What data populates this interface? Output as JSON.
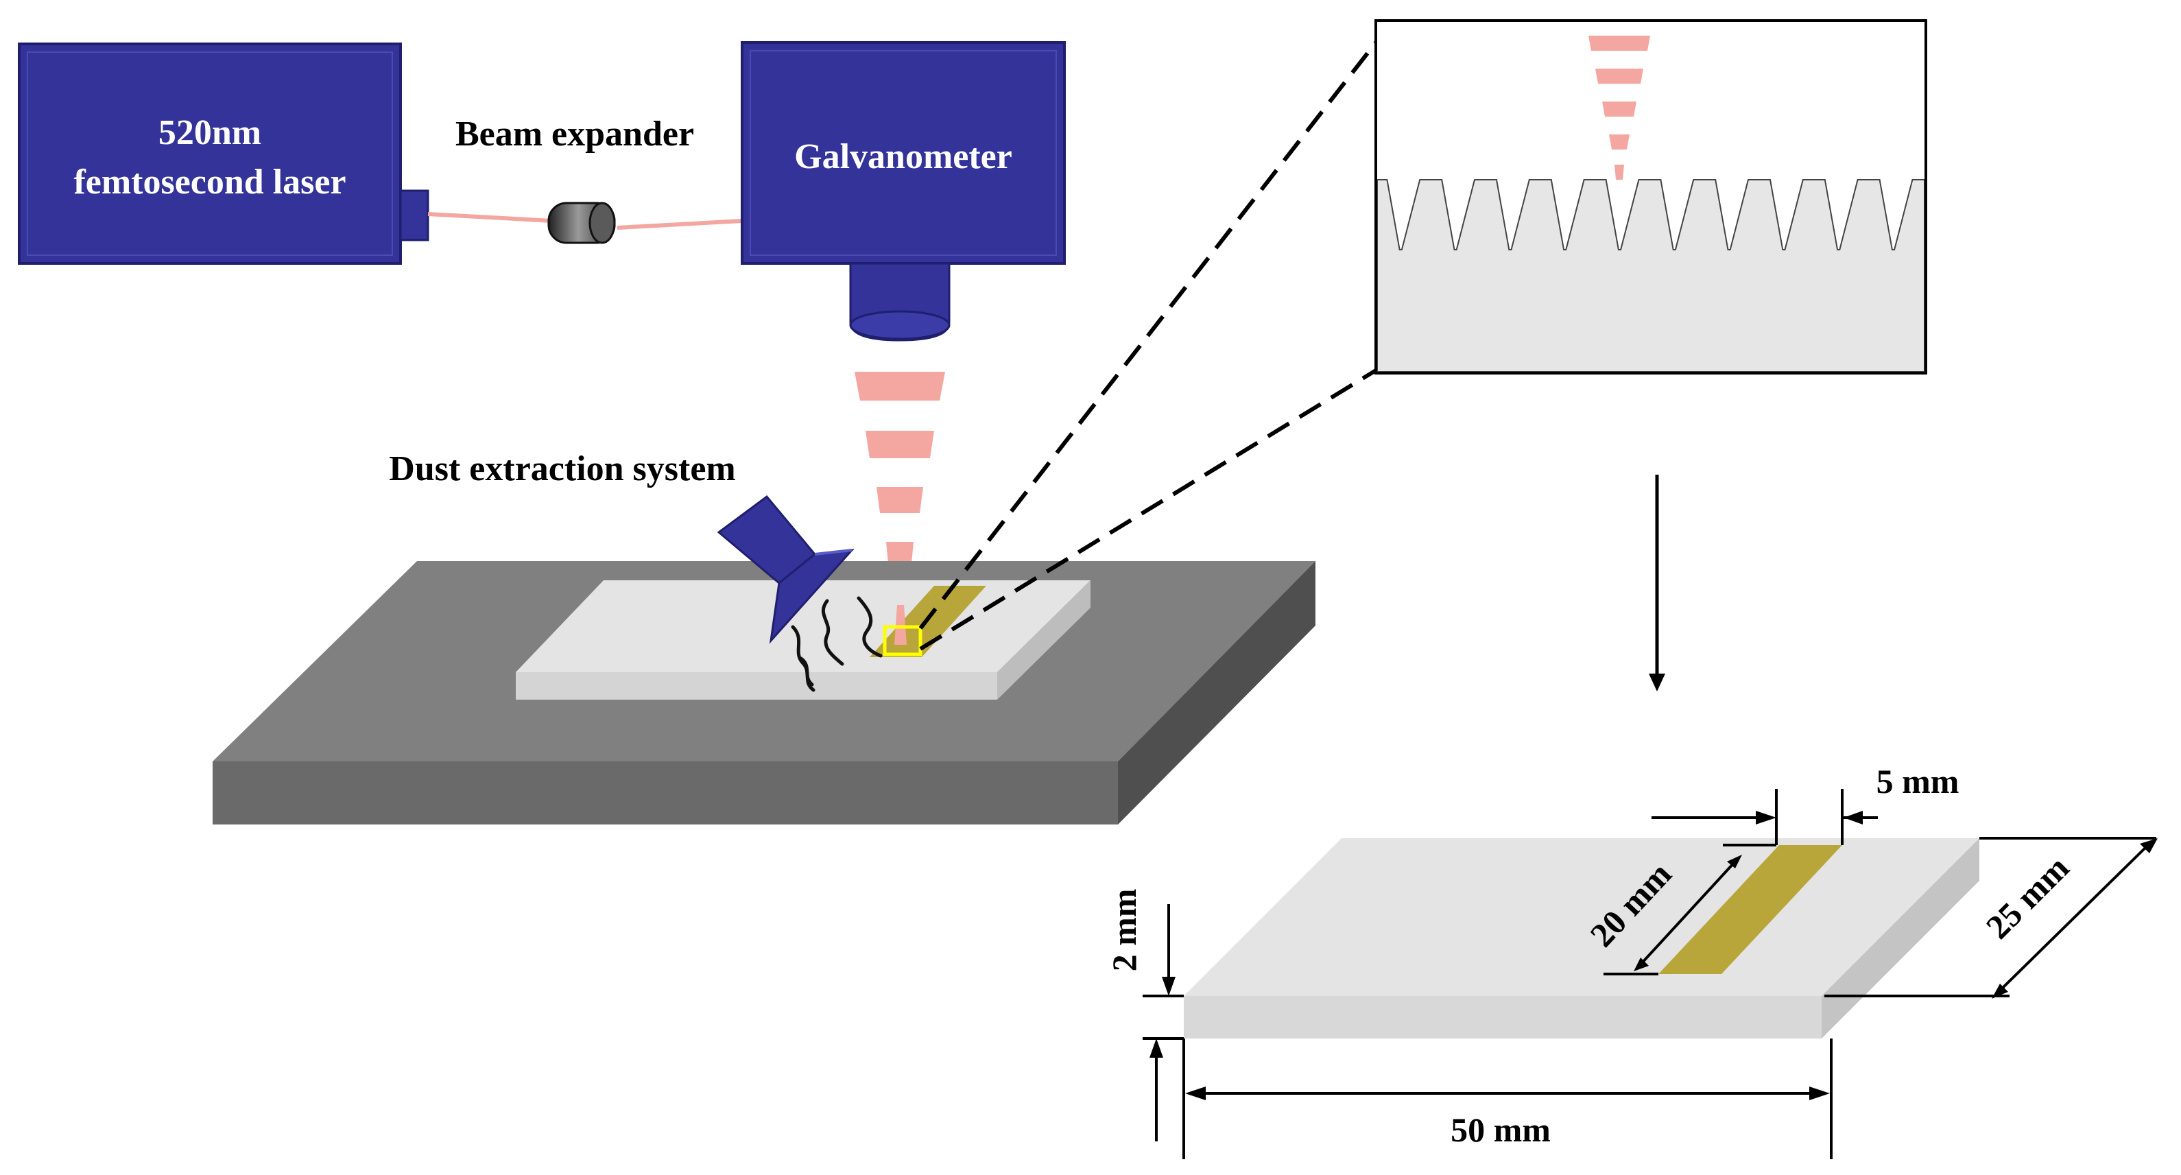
{
  "labels": {
    "laser_line1": "520nm",
    "laser_line2": "femtosecond laser",
    "beam_expander": "Beam expander",
    "galvanometer": "Galvanometer",
    "dust_extraction": "Dust extraction system"
  },
  "dimensions": {
    "coating_width": "5 mm",
    "coating_length": "20 mm",
    "thickness": "2 mm",
    "sample_width": "25 mm",
    "sample_length": "50 mm"
  },
  "colors": {
    "device_blue": "#333399",
    "device_blue_light": "#4a4ab8",
    "beam_pink": "#f4a6a0",
    "coating_gold": "#b9a63a",
    "stage_top": "#808080",
    "stage_front": "#6a6a6a",
    "stage_side": "#4f4f4f",
    "sample_top": "#e4e4e4",
    "sample_front": "#d2d2d2",
    "sample_side": "#bdbdbd",
    "highlight_yellow": "#ffff00"
  },
  "inset": {
    "groove_count": 10
  }
}
